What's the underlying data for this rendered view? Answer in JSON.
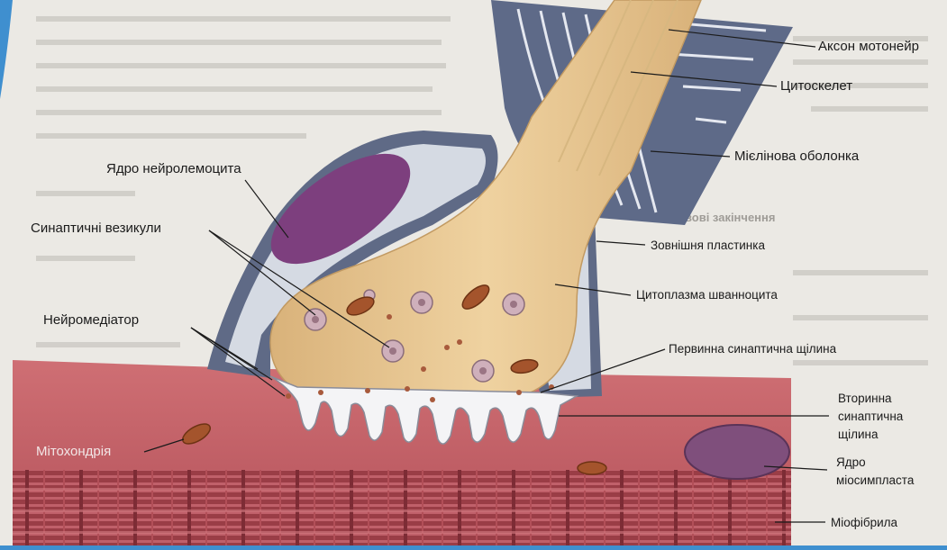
{
  "labels": {
    "axon": "Аксон мотонейр",
    "cytoskeleton": "Цитоскелет",
    "myelin": "Мієлінова оболонка",
    "schwann_nucleus": "Ядро нейролемоцита",
    "synaptic_vesicles": "Синаптичні везикули",
    "outer_lamina": "Зовнішня пластинка",
    "schwann_cytoplasm": "Цитоплазма шванноцита",
    "neurotransmitter": "Нейромедіатор",
    "primary_cleft": "Первинна синаптична щілина",
    "secondary_cleft_line1": "Вторинна",
    "secondary_cleft_line2": "синаптична",
    "secondary_cleft_line3": "щілина",
    "mitochondrion": "Мітохондрія",
    "myosymplast_nucleus_line1": "Ядро",
    "myosymplast_nucleus_line2": "міосимпласта",
    "myofibril": "Міофібрила",
    "background_heading": "рвові закінчення"
  },
  "colors": {
    "page_bg": "#3f8fcf",
    "paper": "#eceae6",
    "axon": "#e9c891",
    "terminal": "#dcb478",
    "schwann_outline": "#5f6a86",
    "schwann_cytoplasm": "#d7dbe3",
    "schwann_nucleus": "#7d3f7e",
    "muscle": "#c96a6f",
    "muscle_dark": "#a8464e",
    "cleft": "#f4f4f6",
    "mitochondrion": "#a4542c",
    "vesicle": "#c9a9b4"
  }
}
